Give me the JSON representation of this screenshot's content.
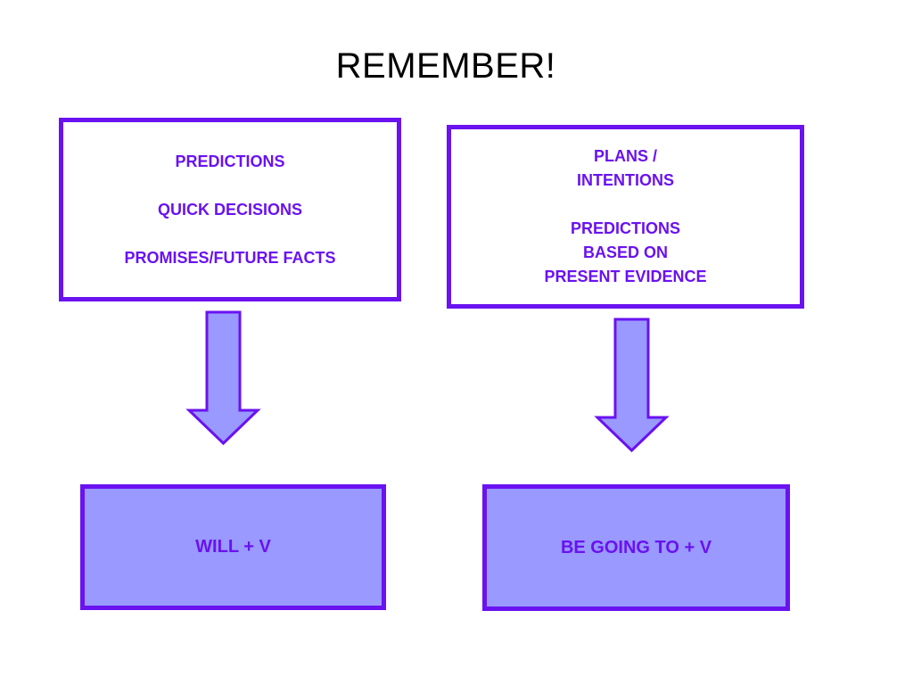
{
  "slide": {
    "title": "REMEMBER!"
  },
  "left": {
    "box_lines": [
      "PREDICTIONS",
      "QUICK DECISIONS",
      "PROMISES/FUTURE FACTS"
    ],
    "result": "WILL + V"
  },
  "right": {
    "box_lines": [
      "PLANS /",
      "INTENTIONS",
      "PREDICTIONS",
      "BASED ON",
      "PRESENT EVIDENCE"
    ],
    "result": "BE GOING TO + V"
  },
  "colors": {
    "accent": "#6a12f0",
    "fill": "#9999ff",
    "background": "#ffffff"
  },
  "icons": [
    "arrow-down-icon",
    "arrow-down-icon"
  ]
}
